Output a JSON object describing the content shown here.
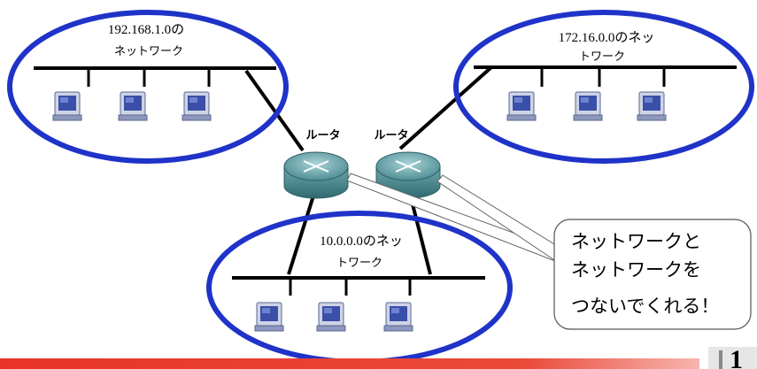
{
  "networks": {
    "left": {
      "address": "192.168.1.0の",
      "suffix": "ネットワーク"
    },
    "right": {
      "address": "172.16.0.0のネッ",
      "suffix": "トワーク"
    },
    "bottom": {
      "address": "10.0.0.0のネッ",
      "suffix": "トワーク"
    }
  },
  "routers": {
    "left_label": "ルータ",
    "right_label": "ルータ"
  },
  "callout": {
    "lines": [
      "ネットワークと",
      "ネットワークを",
      "つないでくれる！"
    ]
  },
  "footer": {
    "page_number": "1"
  },
  "colors": {
    "ellipse": "#1f33c8",
    "router": "#5b9aa0",
    "footer_bar": "#e8332a",
    "pc_blue": "#3a4fa8"
  }
}
